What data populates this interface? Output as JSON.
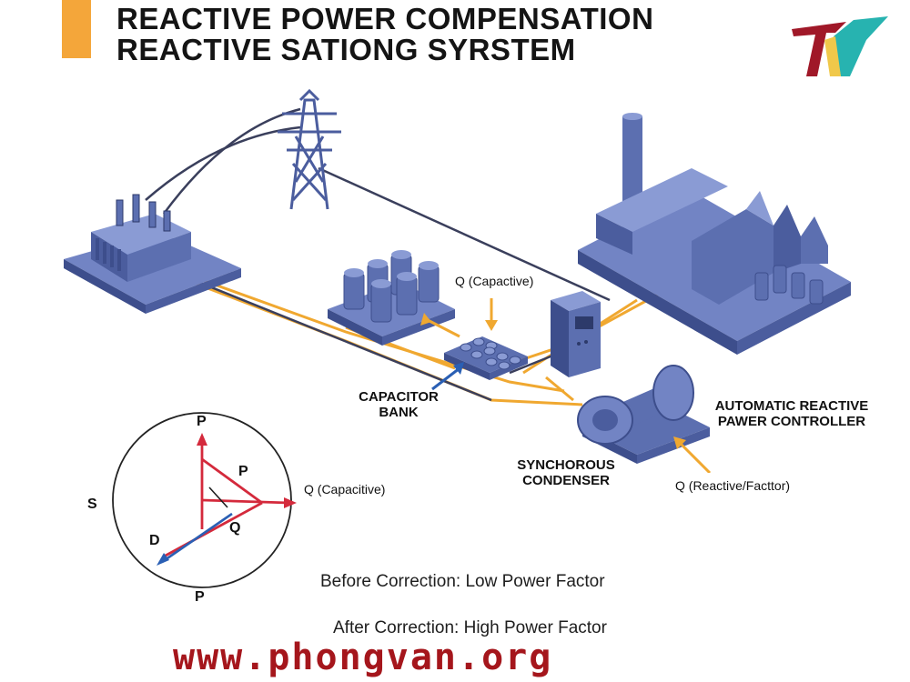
{
  "header": {
    "title_line1": "REACTIVE POWER COMPENSATION",
    "title_line2": "REACTIVE SATIONG SYRSTEM"
  },
  "labels": {
    "q_capacitive_top": "Q (Capactive)",
    "capacitor_bank": "CAPACITOR\nBANK",
    "automatic_controller": "AUTOMATIC REACTIVE\nPAWER CONTROLLER",
    "synchronous_condenser": "SYNCHOROUS\nCONDENSER",
    "q_reactive_factor": "Q (Reactive/Facttor)"
  },
  "phasor": {
    "p_top": "P",
    "p_inner": "P",
    "q_capacitive": "Q (Capacitive)",
    "s": "S",
    "q_inner": "Q",
    "d": "D",
    "p_bottom": "P"
  },
  "notes": {
    "before": "Before Correction: Low Power Factor",
    "after": "After Correction: High Power Factor"
  },
  "watermark": "www.phongvan.org",
  "colors": {
    "equipment": "#5c6fb0",
    "equipment_dark": "#3d4e8c",
    "equipment_light": "#8a9bd4",
    "cable_orange": "#f0a830",
    "cable_dark": "#3a3f5c",
    "phasor_red": "#d42a3c",
    "phasor_blue": "#2a5fb4",
    "accent": "#f4a63a",
    "watermark": "#a5161c"
  }
}
